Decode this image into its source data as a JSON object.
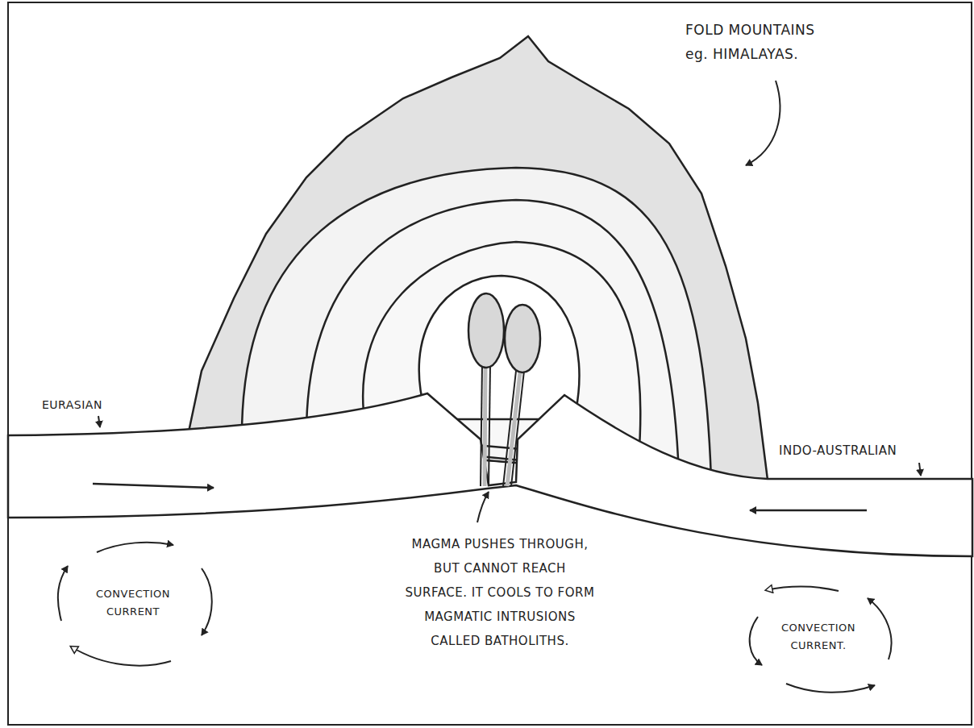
{
  "diagram": {
    "labels": [
      "FOLD MOUNTAINS eg. HIMALAYAS.",
      "EURASIAN",
      "INDO-AUSTRALIAN",
      "CONVECTION CURRENT",
      "MAGMA PUSHES THROUGH, BUT CANNOT REACH SURFACE. IT COOLS TO FORM MAGMATIC INTRUSIONS CALLED BATHOLITHS.",
      "CONVECTION CURRENT."
    ]
  }
}
